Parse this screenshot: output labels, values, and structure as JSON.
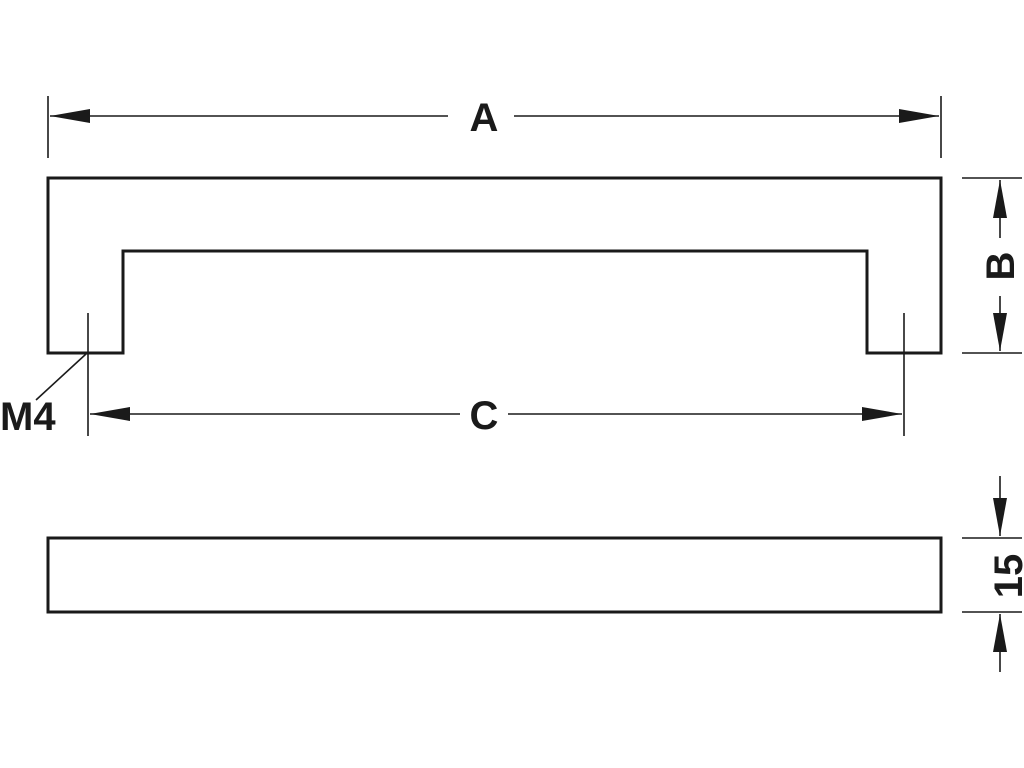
{
  "labels": {
    "a": "A",
    "b": "B",
    "c": "C",
    "thread": "M4",
    "thickness": "15"
  },
  "colors": {
    "line": "#1a1a1a",
    "background": "#ffffff"
  }
}
